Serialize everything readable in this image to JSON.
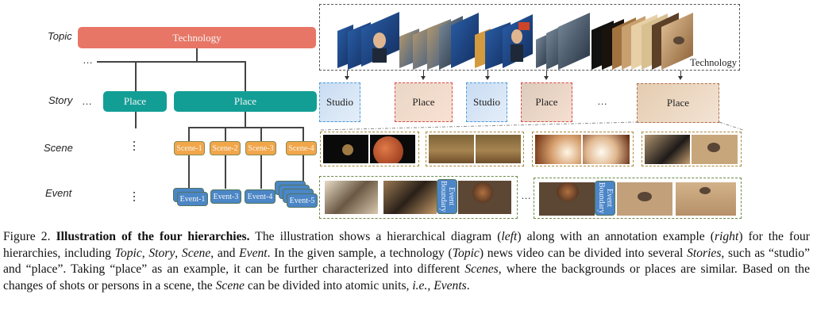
{
  "diagram": {
    "levels": {
      "topic": "Topic",
      "story": "Story",
      "scene": "Scene",
      "event": "Event"
    },
    "topic_node": "Technology",
    "story_nodes": [
      "Place",
      "Place"
    ],
    "scene_nodes": [
      "Scene-1",
      "Scene-2",
      "Scene-3",
      "Scene-4"
    ],
    "event_nodes": [
      "Event-1",
      "Event-3",
      "Event-4",
      "Event-5"
    ],
    "ellipsis": "…",
    "colors": {
      "topic": "#e87667",
      "story": "#139e95",
      "scene": "#f2a64a",
      "event": "#4b86c6"
    }
  },
  "annotation": {
    "video_label": "Technology",
    "story_segments": [
      {
        "label": "Studio",
        "type": "studio"
      },
      {
        "label": "Place",
        "type": "place"
      },
      {
        "label": "Studio",
        "type": "studio"
      },
      {
        "label": "Place",
        "type": "place"
      },
      {
        "label": "Place",
        "type": "place-expanded"
      }
    ],
    "ellipsis": "…",
    "event_boundary_label": "Event Boundary",
    "colors": {
      "studio_border": "#4a9ad9",
      "place_border": "#d94a4a",
      "scene_border": "#a68a3a",
      "event_border": "#6a8a4a"
    }
  },
  "caption": {
    "figure_label": "Figure 2.",
    "title": "Illustration of the four hierarchies.",
    "t1": " The illustration shows a hierarchical diagram (",
    "i_left": "left",
    "t2": ") along with an annotation example (",
    "i_right": "right",
    "t3": ") for the four hierarchies, including ",
    "i_topic": "Topic",
    "t4": ", ",
    "i_story": "Story",
    "t5": ", ",
    "i_scene": "Scene",
    "t6": ", and ",
    "i_event": "Event",
    "t7": ". In the given sample, a technology (",
    "i_topic2": "Topic",
    "t8": ") news video can be divided into several ",
    "i_stories": "Stories",
    "t9": ", such as “studio” and “place”.  Taking “place” as an example, it can be further characterized into different ",
    "i_scenes": "Scenes",
    "t10": ", where the backgrounds or places are similar. Based on the changes of shots or persons in a scene, the ",
    "i_scene2": "Scene",
    "t11": " can be divided into atomic units, ",
    "i_ie": "i.e.,",
    "t12": " ",
    "i_events": "Events",
    "t13": "."
  }
}
